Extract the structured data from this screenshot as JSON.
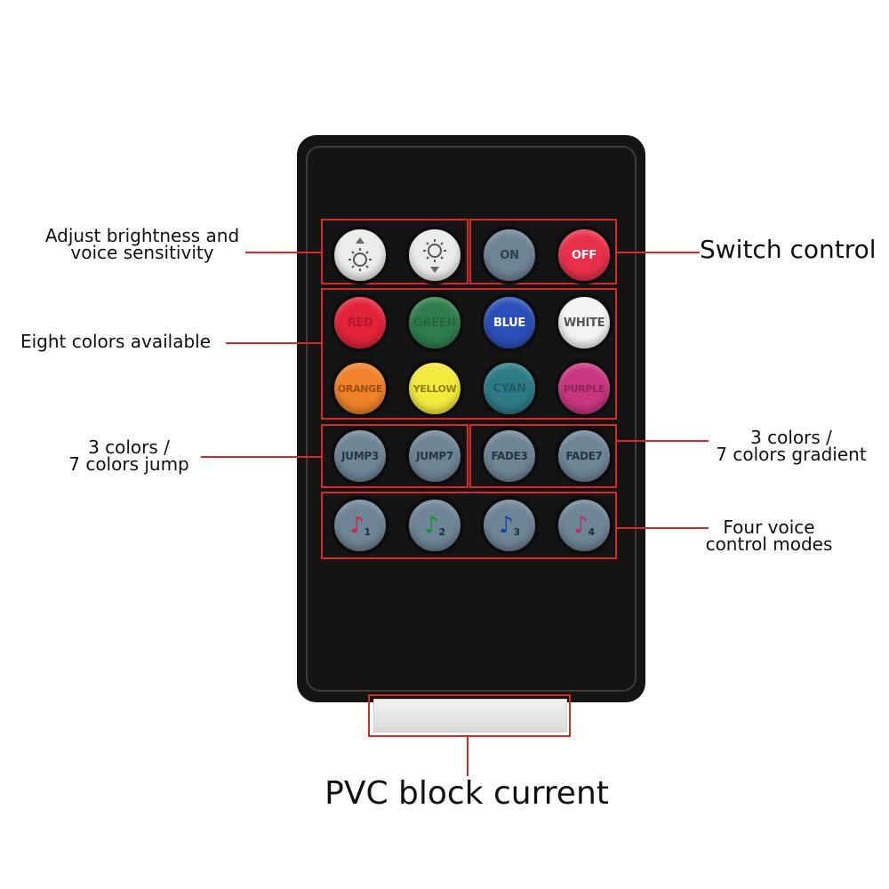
{
  "labels": {
    "brightness": [
      "Adjust brightness and",
      "voice sensitivity"
    ],
    "colors": "Eight colors available",
    "jump": [
      "3 colors /",
      "7 colors jump"
    ],
    "switch": "Switch control",
    "gradient": [
      "3 colors /",
      "7 colors gradient"
    ],
    "voice": [
      "Four voice",
      "control modes"
    ],
    "pvc": "PVC block current"
  },
  "buttons": {
    "on": "ON",
    "off": "OFF",
    "colors": [
      {
        "label": "RED",
        "color": "#e3233a",
        "text": "#b01a2a"
      },
      {
        "label": "GREEN",
        "color": "#2f7d4c",
        "text": "#246640"
      },
      {
        "label": "BLUE",
        "color": "#2b4fb8",
        "text": "#ffffff"
      },
      {
        "label": "WHITE",
        "color": "#f4f4f4",
        "text": "#555555"
      },
      {
        "label": "ORANGE",
        "color": "#f0822a",
        "text": "#9c4a12"
      },
      {
        "label": "YELLOW",
        "color": "#f2ea3c",
        "text": "#8f7f10"
      },
      {
        "label": "CYAN",
        "color": "#2e7a86",
        "text": "#1f5b66"
      },
      {
        "label": "PURPLE",
        "color": "#c8367f",
        "text": "#8e225a"
      }
    ],
    "jump3": "JUMP3",
    "jump7": "JUMP7",
    "fade3": "FADE3",
    "fade7": "FADE7",
    "music": [
      {
        "num": "1",
        "note_color": "#d8204a"
      },
      {
        "num": "2",
        "note_color": "#1a8a3a"
      },
      {
        "num": "3",
        "note_color": "#203a9c"
      },
      {
        "num": "4",
        "note_color": "#b0306e"
      }
    ]
  },
  "colors": {
    "accent": "#d8282b",
    "remote": "#141414",
    "gray_button": "#6e8596",
    "off_button": "#e8304a"
  }
}
